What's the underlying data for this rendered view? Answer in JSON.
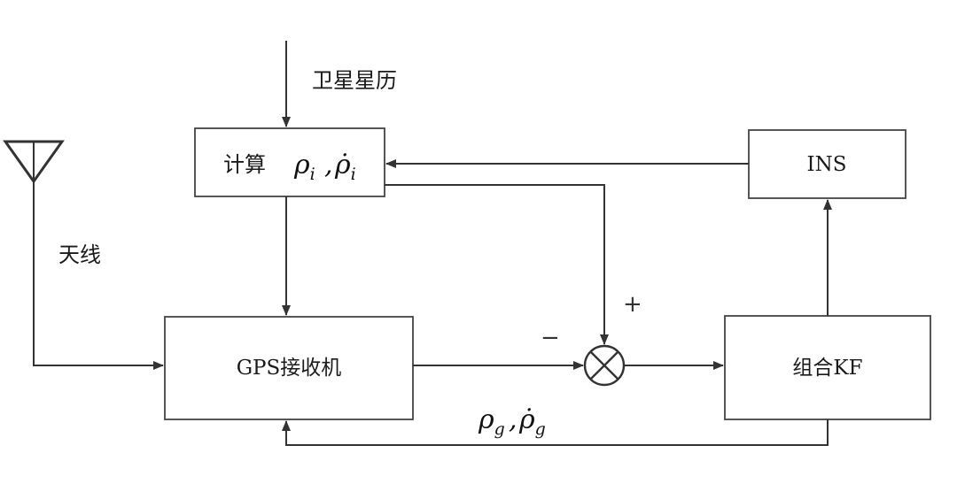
{
  "inputs": {
    "ephemeris_label": "卫星星历",
    "antenna_label": "天线"
  },
  "blocks": {
    "compute": {
      "label": "计算",
      "rho": "ρ",
      "rho_sub": "i",
      "sep": ",",
      "rhodot": "ρ̇",
      "rhodot_sub": "i"
    },
    "ins": {
      "label": "INS"
    },
    "gps_receiver": {
      "label": "GPS接收机"
    },
    "combined_kf": {
      "label": "组合KF"
    }
  },
  "signs": {
    "plus": "+",
    "minus": "−"
  },
  "feedback": {
    "rho": "ρ",
    "rho_sub": "g",
    "sep": ",",
    "rhodot": "ρ̇",
    "rhodot_sub": "g"
  },
  "colors": {
    "stroke": "#333333",
    "box_border": "#444444",
    "background": "#ffffff"
  }
}
